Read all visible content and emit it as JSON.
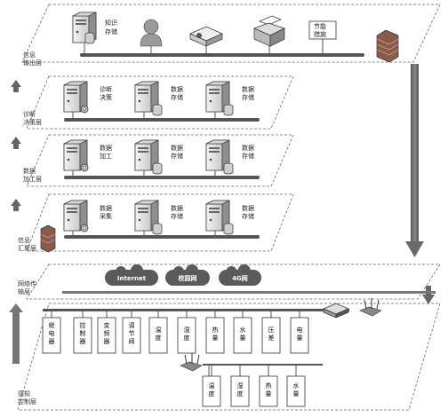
{
  "layers": {
    "info_output": "信息\n输出层",
    "diagnosis": "诊断\n决策层",
    "processing": "数据\n加工层",
    "collection": "信息\n汇聚层",
    "network": "网络传\n输层",
    "sensing": "感知\n控制层"
  },
  "output_layer": {
    "knowledge": "知识\n存储",
    "energy_measures": "节能\n措施"
  },
  "diagnosis_layer": {
    "server1": "诊断\n决策",
    "server2": "数据\n存储",
    "server3": "数据\n存储"
  },
  "processing_layer": {
    "server1": "数据\n加工",
    "server2": "数据\n存储",
    "server3": "数据\n存储"
  },
  "collection_layer": {
    "server1": "数据\n采集",
    "server2": "数据\n存储",
    "server3": "数据\n存储"
  },
  "network": {
    "clouds": [
      "Internet",
      "校园网",
      "4G网"
    ]
  },
  "sensing": {
    "devices_row1": [
      "继\n电\n器",
      "控\n制\n器",
      "变\n频\n器",
      "调\n节\n阀",
      "温\n度",
      "湿\n度",
      "热\n量",
      "水\n量",
      "压\n差",
      "电\n量"
    ],
    "devices_row2": [
      "温\n度",
      "湿\n度",
      "热\n量",
      "水\n量"
    ]
  },
  "colors": {
    "arrow": "#6a6a6a",
    "bus": "#555555",
    "server_body": "#e9e9e9",
    "server_dark": "#4a4a4a",
    "cloud": "#5a5a5a",
    "dashed": "#666666"
  }
}
